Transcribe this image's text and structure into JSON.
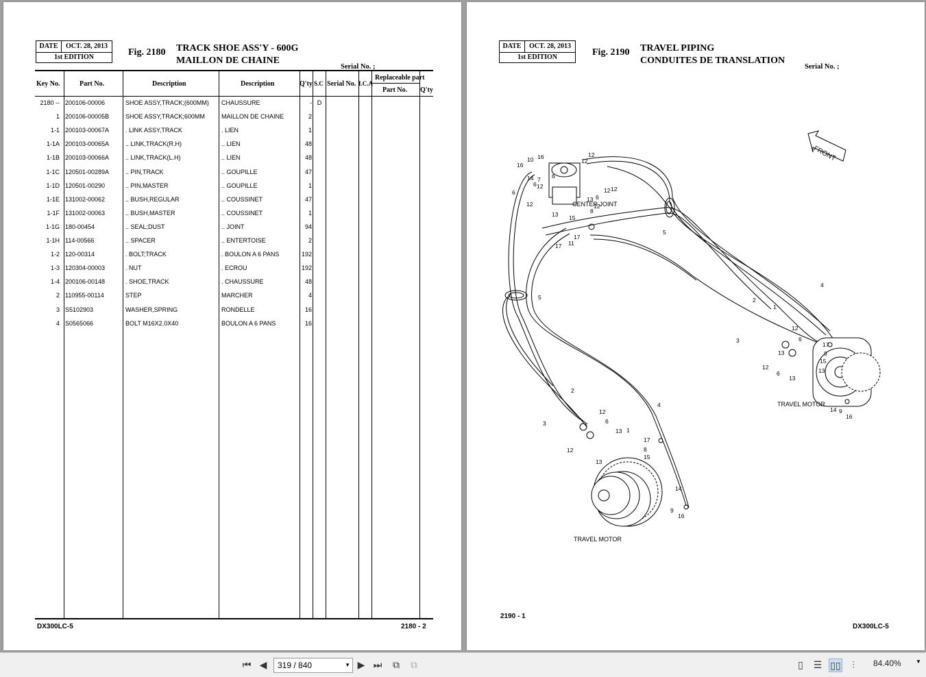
{
  "left_page": {
    "date_label": "DATE",
    "date_value": "OCT. 28, 2013",
    "edition": "1st EDITION",
    "fig_no": "Fig. 2180",
    "title_en": "TRACK SHOE ASS'Y - 600G",
    "title_fr": "MAILLON DE CHAINE",
    "serial": "Serial No. ;",
    "headers": {
      "key_no": "Key No.",
      "part_no": "Part No.",
      "desc1": "Description",
      "desc2": "Description",
      "qty": "Q'ty",
      "sc": "S.C",
      "serial_no": "Serial No.",
      "ica": "I.C.A",
      "replaceable": "Replaceable part",
      "rep_part_no": "Part No.",
      "rep_qty": "Q'ty"
    },
    "rows": [
      {
        "key": "2180 --",
        "part": "200106-00006",
        "desc": "SHOE ASSY,TRACK;(600MM)",
        "desc_fr": "CHAUSSURE",
        "qty": "-",
        "sc": "D"
      },
      {
        "key": "1",
        "part": "200106-00005B",
        "desc": "SHOE ASSY,TRACK;600MM",
        "desc_fr": "MAILLON DE CHAINE",
        "qty": "2",
        "sc": ""
      },
      {
        "key": "1-1",
        "part": "200103-00067A",
        "desc": ". LINK ASSY,TRACK",
        "desc_fr": ". LIEN",
        "qty": "1",
        "sc": ""
      },
      {
        "key": "1-1A",
        "part": "200103-00065A",
        "desc": ".. LINK,TRACK(R.H)",
        "desc_fr": ".. LIEN",
        "qty": "48",
        "sc": ""
      },
      {
        "key": "1-1B",
        "part": "200103-00066A",
        "desc": ".. LINK,TRACK(L.H)",
        "desc_fr": ".. LIEN",
        "qty": "48",
        "sc": ""
      },
      {
        "key": "1-1C",
        "part": "120501-00289A",
        "desc": ".. PIN,TRACK",
        "desc_fr": ".. GOUPILLE",
        "qty": "47",
        "sc": ""
      },
      {
        "key": "1-1D",
        "part": "120501-00290",
        "desc": ".. PIN,MASTER",
        "desc_fr": ".. GOUPILLE",
        "qty": "1",
        "sc": ""
      },
      {
        "key": "1-1E",
        "part": "131002-00062",
        "desc": ".. BUSH,REGULAR",
        "desc_fr": ".. COUSSINET",
        "qty": "47",
        "sc": ""
      },
      {
        "key": "1-1F",
        "part": "131002-00063",
        "desc": ".. BUSH,MASTER",
        "desc_fr": ".. COUSSINET",
        "qty": "1",
        "sc": ""
      },
      {
        "key": "1-1G",
        "part": "180-00454",
        "desc": ".. SEAL;DUST",
        "desc_fr": ".. JOINT",
        "qty": "94",
        "sc": ""
      },
      {
        "key": "1-1H",
        "part": "114-00566",
        "desc": ".. SPACER",
        "desc_fr": ".. ENTERTOISE",
        "qty": "2",
        "sc": ""
      },
      {
        "key": "1-2",
        "part": "120-00314",
        "desc": ". BOLT;TRACK",
        "desc_fr": ". BOULON A 6 PANS",
        "qty": "192",
        "sc": ""
      },
      {
        "key": "1-3",
        "part": "120304-00003",
        "desc": ". NUT",
        "desc_fr": ". ECROU",
        "qty": "192",
        "sc": ""
      },
      {
        "key": "1-4",
        "part": "200106-00148",
        "desc": ". SHOE,TRACK",
        "desc_fr": ". CHAUSSURE",
        "qty": "48",
        "sc": ""
      },
      {
        "key": "2",
        "part": "110955-00114",
        "desc": "STEP",
        "desc_fr": "MARCHER",
        "qty": "4",
        "sc": ""
      },
      {
        "key": "3",
        "part": "S5102903",
        "desc": "WASHER,SPRING",
        "desc_fr": "RONDELLE",
        "qty": "16",
        "sc": ""
      },
      {
        "key": "4",
        "part": "S0565066",
        "desc": "BOLT M16X2.0X40",
        "desc_fr": "BOULON A 6 PANS",
        "qty": "16",
        "sc": ""
      }
    ],
    "footer_model": "DX300LC-5",
    "footer_page": "2180 - 2"
  },
  "right_page": {
    "date_label": "DATE",
    "date_value": "OCT. 28, 2013",
    "edition": "1st EDITION",
    "fig_no": "Fig. 2190",
    "title_en": "TRAVEL PIPING",
    "title_fr": "CONDUITES DE TRANSLATION",
    "serial": "Serial No. ;",
    "front_label": "FRONT",
    "center_joint_label": "CENTER JOINT",
    "travel_motor_label_1": "TRAVEL MOTOR",
    "travel_motor_label_2": "TRAVEL MOTOR",
    "callouts": [
      "10",
      "16",
      "16",
      "14",
      "7",
      "6",
      "12",
      "12",
      "6",
      "6",
      "12",
      "12",
      "5",
      "13",
      "8",
      "15",
      "17",
      "11",
      "17",
      "13",
      "6",
      "12",
      "12",
      "12",
      "5",
      "4",
      "2",
      "1",
      "3",
      "12",
      "6",
      "12",
      "13",
      "6",
      "13",
      "2",
      "3",
      "12",
      "6",
      "12",
      "13",
      "4",
      "1",
      "17",
      "8",
      "15",
      "13",
      "14",
      "9",
      "16",
      "17",
      "8",
      "15",
      "13",
      "14",
      "9",
      "16"
    ],
    "footer_page": "2190 - 1",
    "footer_model": "DX300LC-5"
  },
  "toolbar": {
    "page_value": "319 / 840",
    "zoom_value": "84.40%"
  }
}
